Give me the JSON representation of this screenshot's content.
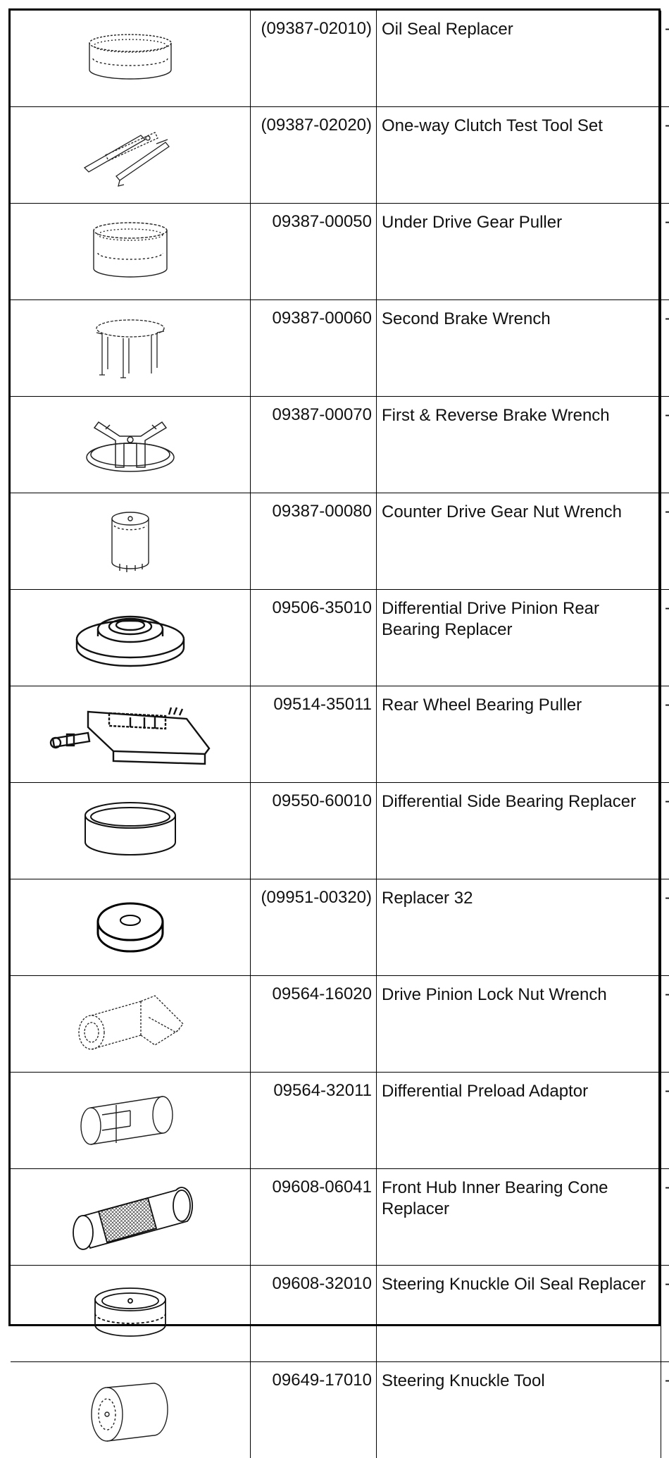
{
  "tools": [
    {
      "part_number": "(09387-02010)",
      "name": "Oil Seal Replacer",
      "remark": "-",
      "icon": "wide-ring-icon"
    },
    {
      "part_number": "(09387-02020)",
      "name": "One-way Clutch Test Tool Set",
      "remark": "-",
      "icon": "clutch-test-tool-icon"
    },
    {
      "part_number": "09387-00050",
      "name": "Under Drive Gear Puller",
      "remark": "-",
      "icon": "tall-ring-icon"
    },
    {
      "part_number": "09387-00060",
      "name": "Second Brake Wrench",
      "remark": "-",
      "icon": "legged-wrench-icon"
    },
    {
      "part_number": "09387-00070",
      "name": "First & Reverse Brake Wrench",
      "remark": "-",
      "icon": "cross-wrench-icon"
    },
    {
      "part_number": "09387-00080",
      "name": "Counter Drive Gear Nut Wrench",
      "remark": "-",
      "icon": "socket-wrench-icon"
    },
    {
      "part_number": "09506-35010",
      "name": "Differential Drive Pinion Rear Bearing Replacer",
      "remark": "-",
      "icon": "stepped-disc-icon"
    },
    {
      "part_number": "09514-35011",
      "name": "Rear Wheel Bearing Puller",
      "remark": "-",
      "icon": "bearing-puller-icon"
    },
    {
      "part_number": "09550-60010",
      "name": "Differential Side Bearing Replacer",
      "remark": "-",
      "icon": "thick-ring-icon"
    },
    {
      "part_number": "(09951-00320)",
      "name": "Replacer 32",
      "remark": "-",
      "icon": "washer-icon"
    },
    {
      "part_number": "09564-16020",
      "name": "Drive Pinion Lock Nut Wrench",
      "remark": "-",
      "icon": "lock-nut-wrench-icon"
    },
    {
      "part_number": "09564-32011",
      "name": "Differential Preload Adaptor",
      "remark": "-",
      "icon": "slotted-cylinder-icon"
    },
    {
      "part_number": "09608-06041",
      "name": "Front Hub Inner Bearing Cone Replacer",
      "remark": "-",
      "icon": "knurled-bar-icon"
    },
    {
      "part_number": "09608-32010",
      "name": "Steering Knuckle Oil Seal Replacer",
      "remark": "-",
      "icon": "seal-cup-icon"
    },
    {
      "part_number": "09649-17010",
      "name": "Steering Knuckle Tool",
      "remark": "-",
      "icon": "knuckle-cylinder-icon"
    }
  ]
}
